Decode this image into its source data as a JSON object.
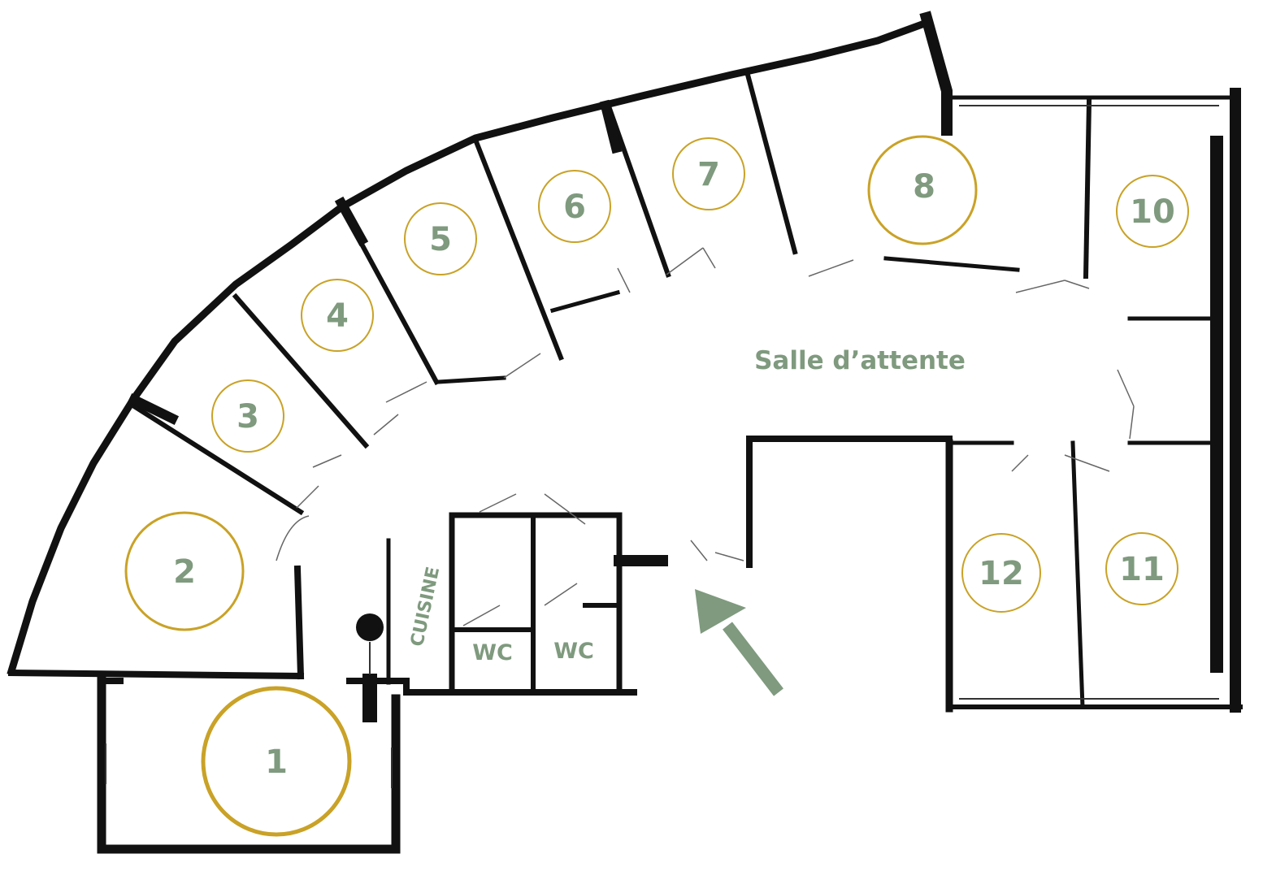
{
  "plan": {
    "waiting_room_label": "Salle d’attente",
    "kitchen_label": "CUISINE",
    "wc_labels": [
      "WC",
      "WC"
    ],
    "rooms": [
      {
        "label": "1"
      },
      {
        "label": "2"
      },
      {
        "label": "3"
      },
      {
        "label": "4"
      },
      {
        "label": "5"
      },
      {
        "label": "6"
      },
      {
        "label": "7"
      },
      {
        "label": "8"
      },
      {
        "label": "10"
      },
      {
        "label": "11"
      },
      {
        "label": "12"
      }
    ],
    "entrance_arrow": "entrance-arrow-icon",
    "colors": {
      "label_green": "#7f9a7e",
      "circle_gold": "#c9a227",
      "wall": "#111111"
    }
  }
}
